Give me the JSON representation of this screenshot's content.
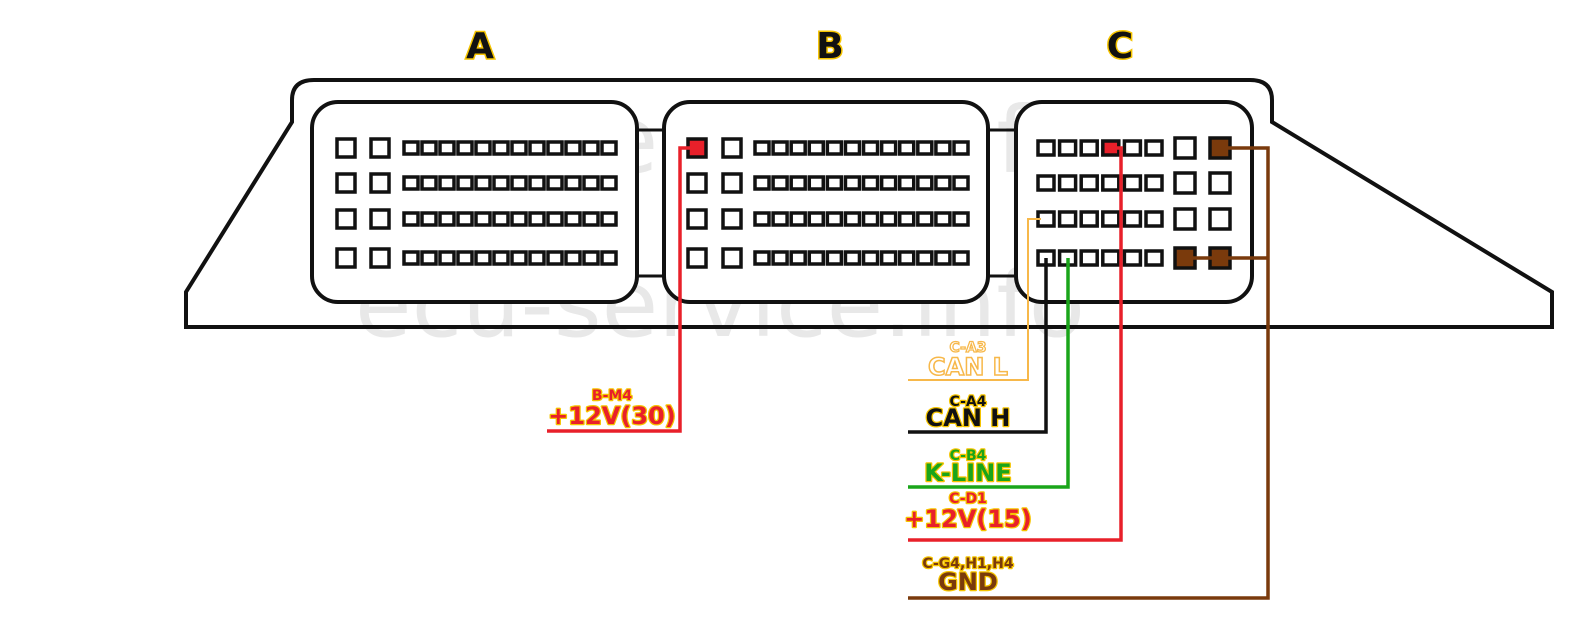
{
  "watermark": "ecu-service.info",
  "connectors": [
    {
      "id": "A",
      "label": "A"
    },
    {
      "id": "B",
      "label": "B"
    },
    {
      "id": "C",
      "label": "C"
    }
  ],
  "wires": [
    {
      "pin": "B-M4",
      "name": "+12V(30)",
      "color": "#e8202a"
    },
    {
      "pin": "C-A3",
      "name": "CAN L",
      "color": "#f7b84a"
    },
    {
      "pin": "C-A4",
      "name": "CAN H",
      "color": "#111111"
    },
    {
      "pin": "C-B4",
      "name": "K-LINE",
      "color": "#1aa51a"
    },
    {
      "pin": "C-D1",
      "name": "+12V(15)",
      "color": "#e8202a"
    },
    {
      "pin": "C-G4,H1,H4",
      "name": "GND",
      "color": "#7a3a0c"
    }
  ],
  "colors": {
    "outline": "#111111",
    "label_outline": "#f5c400",
    "pin_fill_red": "#e8202a",
    "pin_fill_brown": "#7a3a0c"
  }
}
